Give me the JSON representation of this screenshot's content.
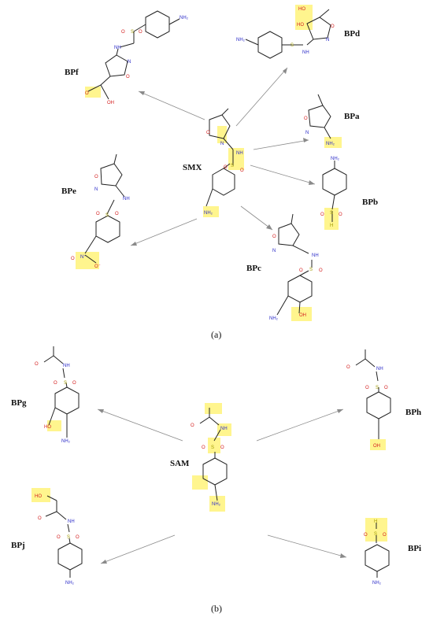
{
  "panel_a": {
    "caption": "(a)",
    "parent": "SMX",
    "products": [
      "BPf",
      "BPd",
      "BPa",
      "BPb",
      "BPe",
      "BPc"
    ]
  },
  "panel_b": {
    "caption": "(b)",
    "parent": "SAM",
    "products": [
      "BPg",
      "BPh",
      "BPj",
      "BPi"
    ]
  },
  "atoms": {
    "nh2": "NH₂",
    "nh": "NH",
    "n": "N",
    "o": "O",
    "s": "S",
    "oh": "OH",
    "ho": "HO",
    "h": "H",
    "o_minus": "O⁻",
    "n_plus": "N⁺"
  },
  "colors": {
    "highlight": "#fff37a",
    "arrow": "#8a8a8a",
    "nitrogen": "#2c2cc8",
    "oxygen": "#d42020",
    "sulfur": "#a09a00"
  }
}
